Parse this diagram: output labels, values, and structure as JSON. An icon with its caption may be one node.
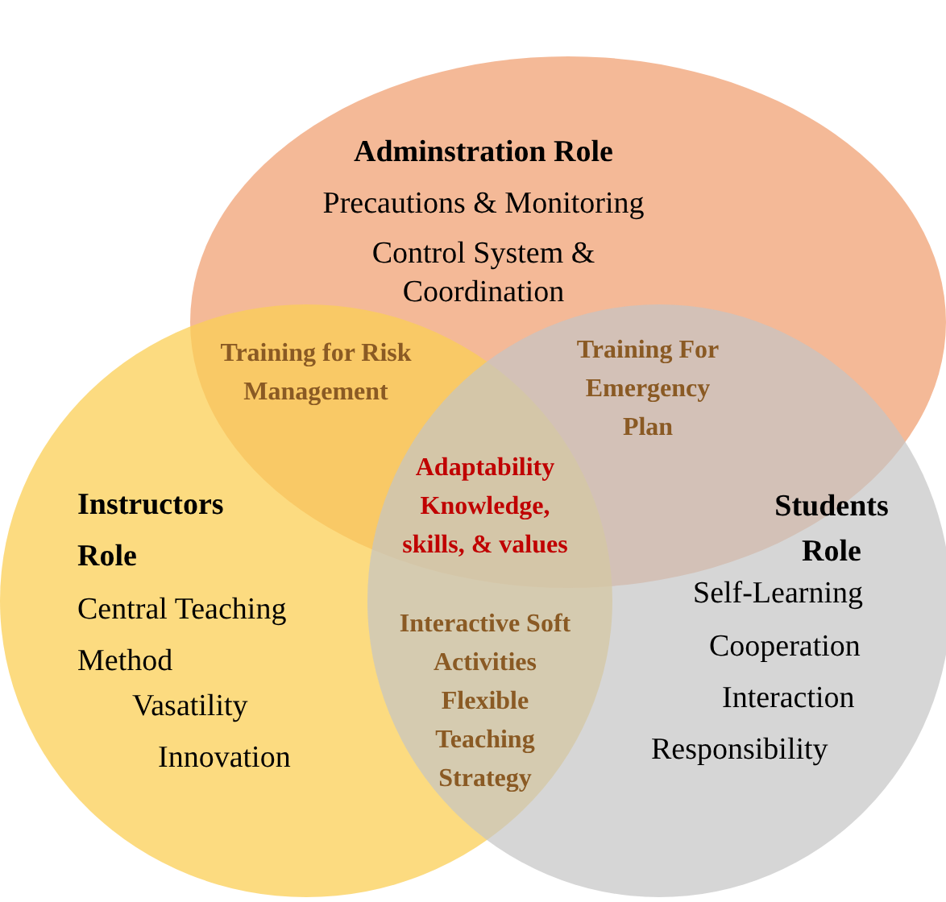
{
  "diagram": {
    "nodes": [
      {
        "text": [
          "Adminstration Role",
          "Precautions & Monitoring",
          "Control System & Coordination"
        ]
      },
      {
        "text": [
          "Instructors Role",
          "Central Teaching Method",
          "Vasatility",
          "Innovation"
        ]
      },
      {
        "text": [
          "Students Role",
          "Self-Learning",
          "Cooperation",
          "Interaction",
          "Responsibility"
        ]
      }
    ],
    "labels": [
      "Training for Risk Management",
      "Training For Emergency Plan",
      "Adaptability Knowledge, skills, & values",
      "Interactive Soft Activities",
      "Flexible Teaching Strategy"
    ]
  }
}
